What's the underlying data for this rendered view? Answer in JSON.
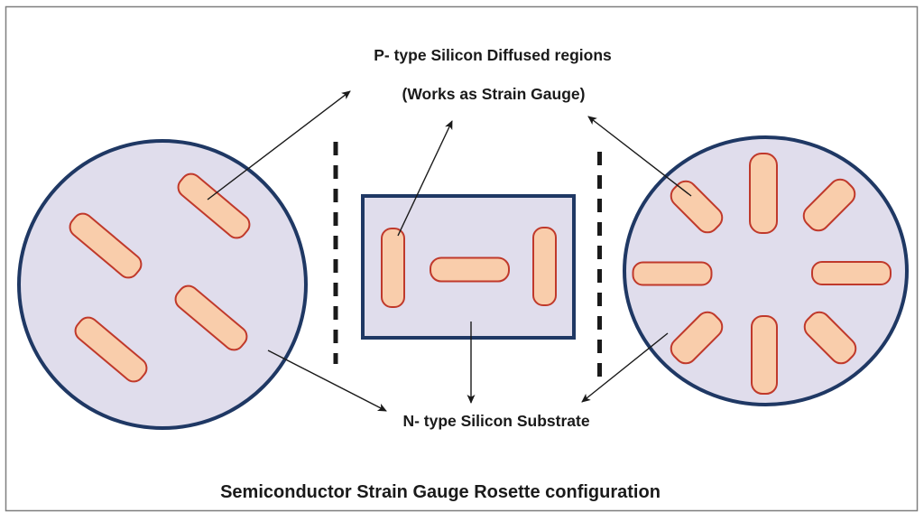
{
  "title": {
    "text": "Semiconductor Strain Gauge Rosette configuration"
  },
  "annotations": {
    "p_type_label_line1": "P- type Silicon Diffused regions",
    "p_type_label_line2": "(Works as Strain Gauge)",
    "n_type_label": "N- type Silicon Substrate"
  },
  "panels": {
    "left_circle": {
      "shape": "circle",
      "gauge_count": 4,
      "gauge_arrangement": "parallel-diagonal"
    },
    "middle_chip": {
      "shape": "rectangle",
      "gauge_count": 3,
      "gauge_arrangement": "vertical-horizontal-vertical"
    },
    "right_rosette": {
      "shape": "circle",
      "gauge_count": 8,
      "gauge_arrangement": "radial-rosette"
    }
  },
  "colors": {
    "substrate_fill": "#e0ddec",
    "substrate_border": "#1f3864",
    "gauge_fill": "#f9cdab",
    "gauge_border": "#c0392b",
    "arrow_color": "#1a1a1a",
    "text_color": "#1a1a1a",
    "frame_border": "#7f7f7f",
    "background": "#ffffff"
  }
}
